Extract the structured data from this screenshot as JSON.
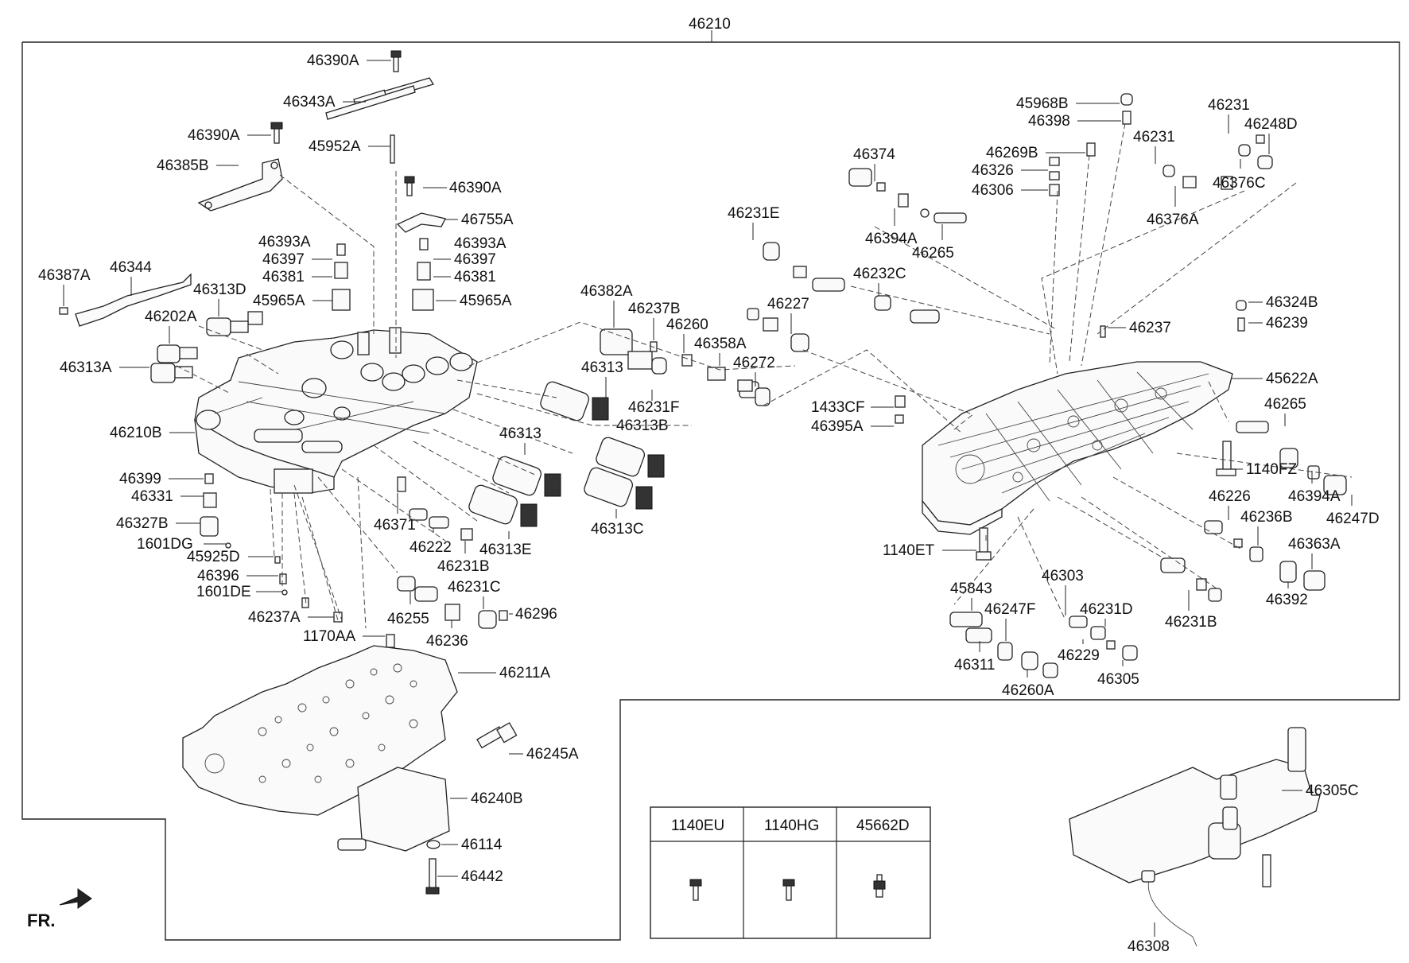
{
  "labels": {
    "l46210": "46210",
    "l46390A_1": "46390A",
    "l46343A": "46343A",
    "l46390A_2": "46390A",
    "l46385B": "46385B",
    "l45952A": "45952A",
    "l46390A_3": "46390A",
    "l46755A": "46755A",
    "l46393A_1": "46393A",
    "l46397_1": "46397",
    "l46381_1": "46381",
    "l45965A_1": "45965A",
    "l46393A_2": "46393A",
    "l46397_2": "46397",
    "l46381_2": "46381",
    "l45965A_2": "45965A",
    "l46387A": "46387A",
    "l46344": "46344",
    "l46313D": "46313D",
    "l46202A": "46202A",
    "l46313A": "46313A",
    "l46210B": "46210B",
    "l46382A": "46382A",
    "l46237B": "46237B",
    "l46260": "46260",
    "l46358A": "46358A",
    "l46313": "46313",
    "l46231F": "46231F",
    "l46313B": "46313B",
    "l46313_2": "46313",
    "l46313E": "46313E",
    "l46313C": "46313C",
    "l46399": "46399",
    "l46331": "46331",
    "l46327B": "46327B",
    "l1601DG": "1601DG",
    "l45925D": "45925D",
    "l46396": "46396",
    "l1601DE": "1601DE",
    "l46237A": "46237A",
    "l46371": "46371",
    "l46222": "46222",
    "l46231B": "46231B",
    "l46231C": "46231C",
    "l46296": "46296",
    "l46255": "46255",
    "l46236": "46236",
    "l1170AA": "1170AA",
    "l46211A": "46211A",
    "l46245A": "46245A",
    "l46240B": "46240B",
    "l46114": "46114",
    "l46442": "46442",
    "fr": "FR.",
    "l46231E": "46231E",
    "l46374": "46374",
    "l46394A_1": "46394A",
    "l46265_1": "46265",
    "l46232C": "46232C",
    "l46227": "46227",
    "l46272": "46272",
    "l45968B": "45968B",
    "l46398": "46398",
    "l46269B": "46269B",
    "l46326": "46326",
    "l46306": "46306",
    "l46231_1": "46231",
    "l46231_2": "46231",
    "l46248D": "46248D",
    "l46376C": "46376C",
    "l46376A": "46376A",
    "l46324B": "46324B",
    "l46239": "46239",
    "l46237": "46237",
    "l45622A": "45622A",
    "l1433CF": "1433CF",
    "l46395A": "46395A",
    "l46265_2": "46265",
    "l1140FZ": "1140FZ",
    "l46394A_2": "46394A",
    "l46247D": "46247D",
    "l46226": "46226",
    "l46236B": "46236B",
    "l46363A": "46363A",
    "l46392": "46392",
    "l1140ET": "1140ET",
    "l45843": "45843",
    "l46303": "46303",
    "l46247F": "46247F",
    "l46231D": "46231D",
    "l46231B_2": "46231B",
    "l46311": "46311",
    "l46229": "46229",
    "l46260A": "46260A",
    "l46305": "46305",
    "l46305C": "46305C",
    "l46308": "46308"
  },
  "bolt_table": {
    "headers": [
      "1140EU",
      "1140HG",
      "45662D"
    ]
  }
}
